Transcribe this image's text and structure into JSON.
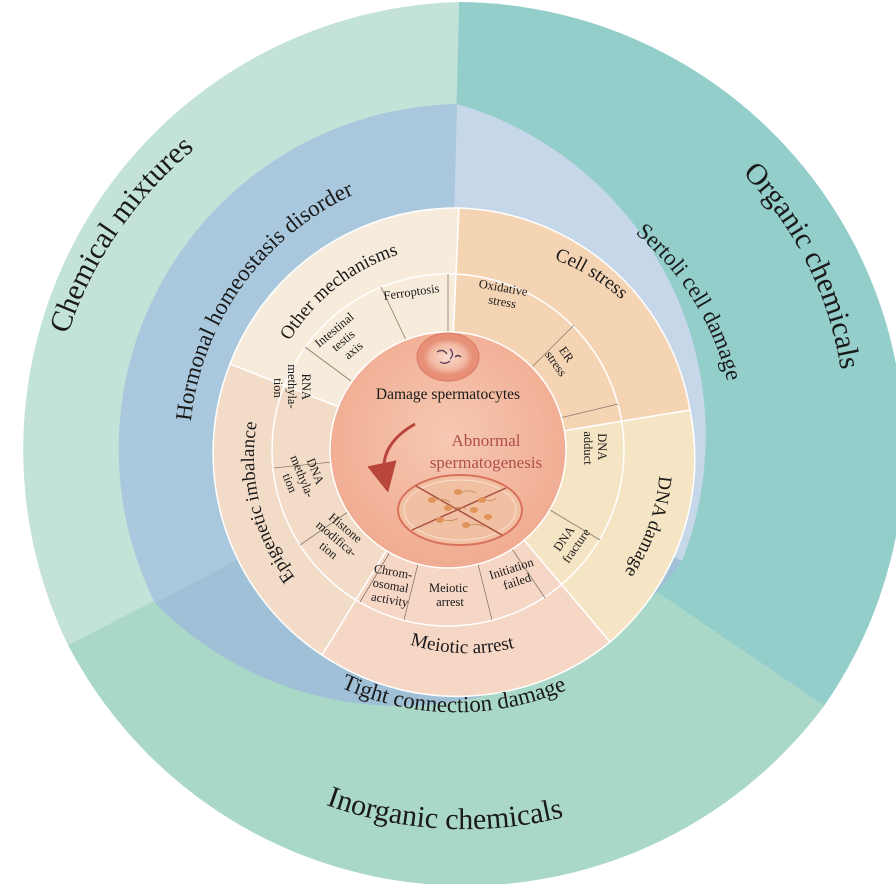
{
  "outer_ring": {
    "chemical_mixtures": "Chemical mixtures",
    "organic_chemicals": "Organic chemicals",
    "inorganic_chemicals": "Inorganic chemicals"
  },
  "second_ring": {
    "hormonal": "Hormonal homeostasis disorder",
    "sertoli": "Sertoli cell damage",
    "tight": "Tight connection damage"
  },
  "third_ring": {
    "other": "Other mechanisms",
    "cell_stress": "Cell stress",
    "dna_damage": "DNA damage",
    "meiotic_arrest": "Meiotic arrest",
    "epigenetic": "Epigenetic imbalance"
  },
  "fourth_ring": {
    "ferroptosis": [
      "Ferroptosis"
    ],
    "intestinal": [
      "Intestinal",
      "testis",
      "axis"
    ],
    "oxidative": [
      "Oxidative",
      "stress"
    ],
    "er": [
      "ER",
      "stress"
    ],
    "dna_adduct": [
      "DNA",
      "adduct"
    ],
    "dna_fracture": [
      "DNA",
      "fracture"
    ],
    "initiation": [
      "Initiation",
      "failed"
    ],
    "meiotic": [
      "Meiotic",
      "arrest"
    ],
    "chromosomal": [
      "Chrom-",
      "osomal",
      "activity"
    ],
    "histone": [
      "Histone",
      "modifica-",
      "tion"
    ],
    "dna_methylation": [
      "DNA",
      "methyla-",
      "tion"
    ],
    "rna_methylation": [
      "RNA",
      "methyla-",
      "tion"
    ]
  },
  "center": {
    "damage": "Damage spermatocytes",
    "abnormal_1": "Abnormal",
    "abnormal_2": "spermatogenesis"
  },
  "colors": {
    "outer_mixtures": "#c3e2d8",
    "outer_organic": "#93cecb",
    "outer_inorganic": "#a9d7c8",
    "ring2_hormonal": "#a9c8dd",
    "ring2_sertoli": "#c7d7ea",
    "ring2_tight": "#9fc0d6",
    "ring3_other": "#f7ecdb",
    "ring3_cell_stress": "#f5d4b4",
    "ring3_dna": "#f6e5c4",
    "ring3_meiotic": "#f6d6c4",
    "ring3_epigenetic": "#f3dcc7",
    "center": "#f3b59e"
  }
}
